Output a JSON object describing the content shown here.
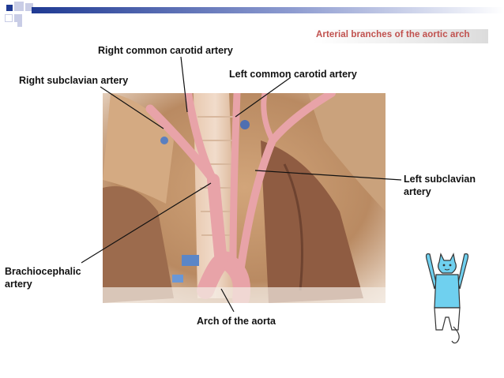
{
  "header": {
    "title": "Arterial branches of the aortic arch"
  },
  "labels": {
    "right_common_carotid": "Right common carotid artery",
    "right_subclavian": "Right subclavian artery",
    "left_common_carotid": "Left common carotid artery",
    "left_subclavian_line1": "Left subclavian",
    "left_subclavian_line2": "artery",
    "brachiocephalic_line1": "Brachiocephalic",
    "brachiocephalic_line2": "artery",
    "arch_of_aorta": "Arch of the aorta"
  },
  "colors": {
    "accent_bar": "#1f3a93",
    "title_color": "#c0504d",
    "artery": "#e8a3a8",
    "tissue": "#b98a62",
    "cat_fill": "#6fd0ef"
  },
  "icons": {
    "mascot": "cat-arms-raised-icon"
  }
}
